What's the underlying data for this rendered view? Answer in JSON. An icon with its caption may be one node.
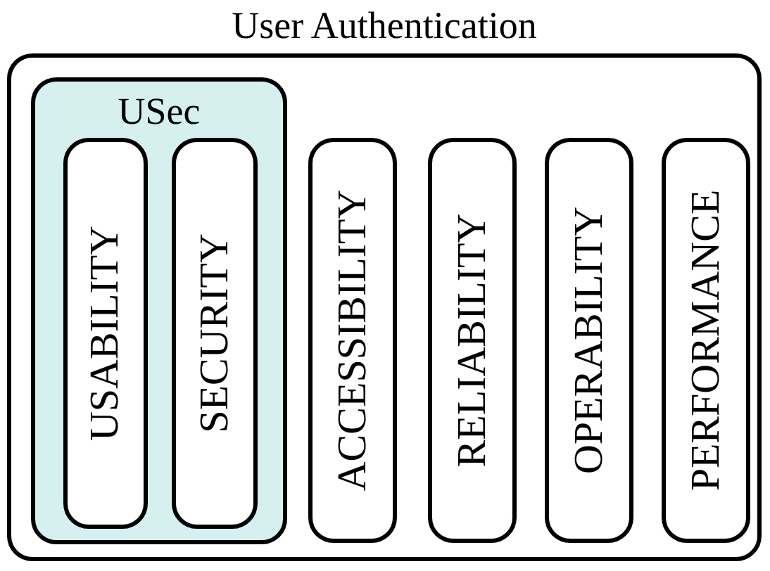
{
  "diagram": {
    "nodes": [
      {
        "text": [
          "User Authentication"
        ]
      },
      {
        "text": [
          "USec"
        ],
        "in": 0
      },
      {
        "text": [
          "USABILITY"
        ],
        "in": 1
      },
      {
        "text": [
          "SECURITY"
        ],
        "in": 1
      },
      {
        "text": [
          "ACCESSIBILITY"
        ],
        "in": 0
      },
      {
        "text": [
          "RELIABILITY"
        ],
        "in": 0
      },
      {
        "text": [
          "OPERABILITY"
        ],
        "in": 0
      },
      {
        "text": [
          "PERFORMANCE"
        ],
        "in": 0
      }
    ]
  }
}
